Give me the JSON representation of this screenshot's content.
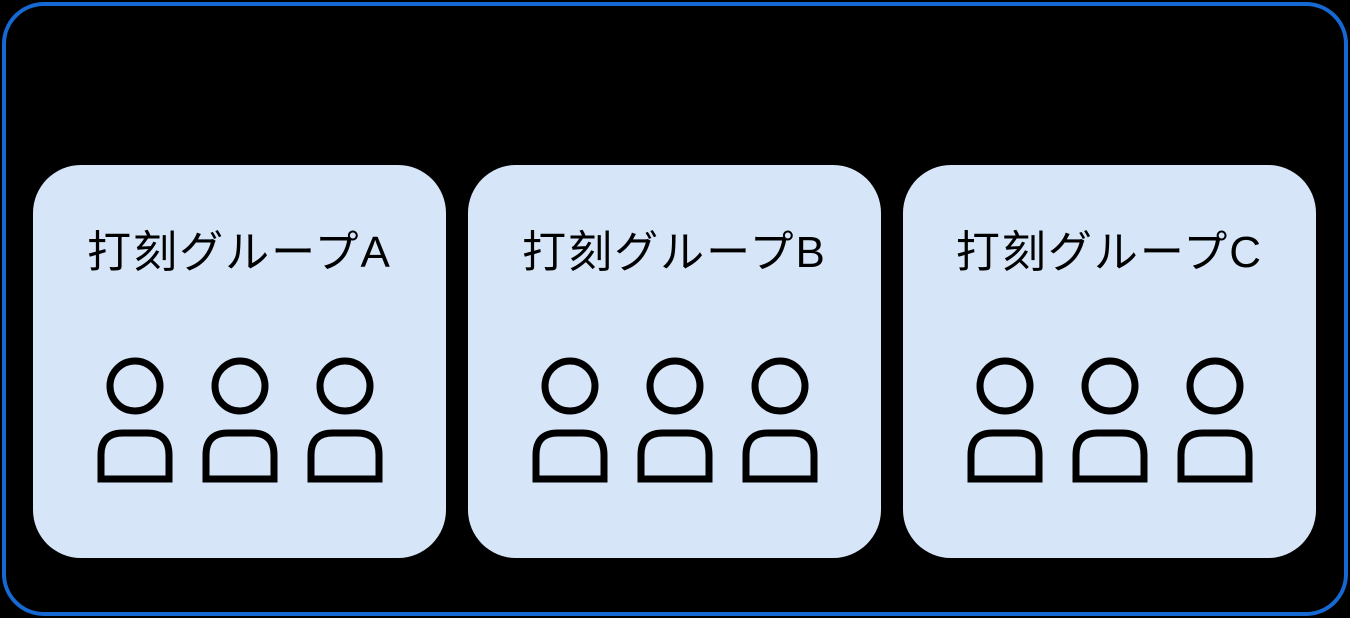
{
  "diagram": {
    "description": "Three time-clock groups, each containing three member person icons",
    "groups": [
      {
        "label": "打刻グループA",
        "member_count": 3
      },
      {
        "label": "打刻グループB",
        "member_count": 3
      },
      {
        "label": "打刻グループC",
        "member_count": 3
      }
    ]
  },
  "icons": {
    "member_icon": "person-icon"
  },
  "colors": {
    "background": "#000000",
    "frame_border": "#1668D2",
    "card_fill": "#D6E6F8",
    "icon_stroke": "#000000",
    "label_color": "#000000"
  }
}
